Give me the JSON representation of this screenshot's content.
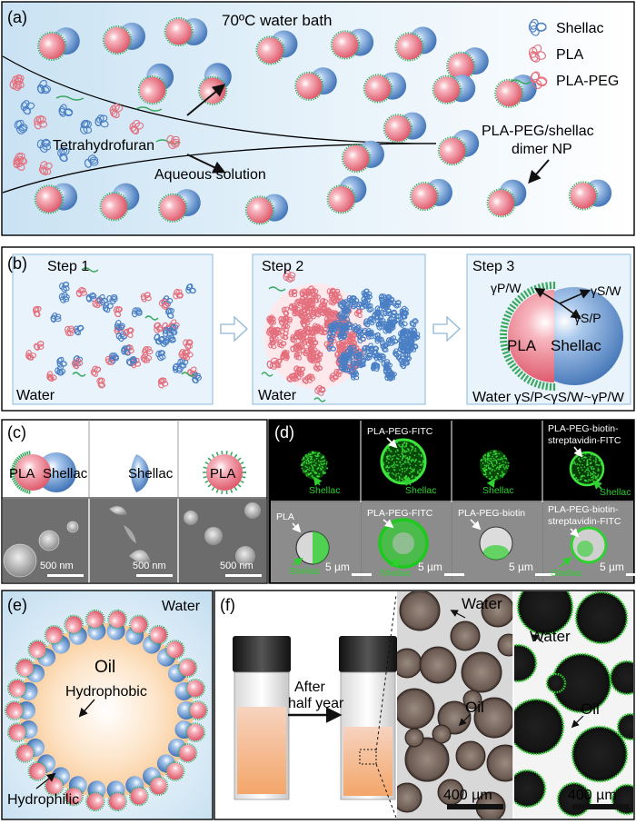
{
  "panels": {
    "a": {
      "label": "(a)",
      "bath": "70ºC water bath",
      "thf": "Tetrahydrofuran",
      "aqueous": "Aqueous solution",
      "np_line1": "PLA-PEG/shellac",
      "np_line2": "dimer NP",
      "legend": [
        "Shellac",
        "PLA",
        "PLA-PEG"
      ]
    },
    "b": {
      "label": "(b)",
      "step1": "Step 1",
      "step2": "Step 2",
      "step3": "Step 3",
      "water": "Water",
      "pla": "PLA",
      "shellac": "Shellac",
      "gamma_pw": "γP/W",
      "gamma_sw": "γS/W",
      "gamma_sp": "γS/P",
      "relation": "γS/P<γS/W~γP/W"
    },
    "c": {
      "label": "(c)",
      "pla": "PLA",
      "shellac": "Shellac",
      "scale": "500 nm"
    },
    "d": {
      "label": "(d)",
      "top_labels": [
        "",
        "PLA-PEG-FITC",
        "",
        "PLA-PEG-biotin-",
        "streptavidin-FITC"
      ],
      "bottom_labels": [
        "PLA",
        "PLA-PEG-FITC",
        "PLA-PEG-biotin",
        "PLA-PEG-biotin-",
        "streptavidin-FITC"
      ],
      "shellac": "Shellac",
      "scale": "5 µm"
    },
    "e": {
      "label": "(e)",
      "water": "Water",
      "oil": "Oil",
      "hydrophobic": "Hydrophobic",
      "hydrophilic": "Hydrophilic"
    },
    "f": {
      "label": "(f)",
      "after1": "After",
      "after2": "half year",
      "water": "Water",
      "oil": "Oil",
      "scale": "400 µm"
    }
  },
  "colors": {
    "shellac": "#4a7fc4",
    "pla": "#e4707e",
    "peg": "#3aa860",
    "fluor": "#2fd02f"
  }
}
